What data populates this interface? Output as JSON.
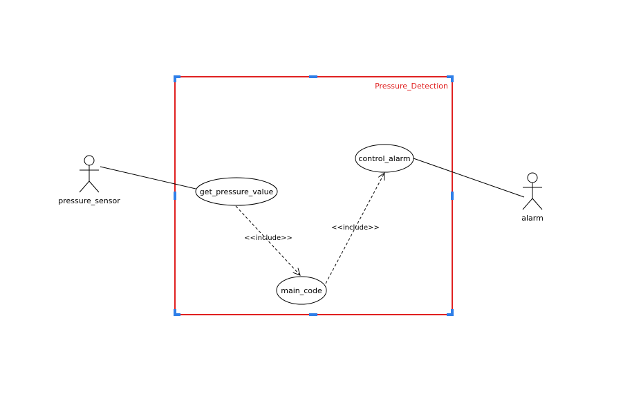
{
  "diagram": {
    "system": {
      "name": "Pressure_Detection",
      "border_color": "#e02020",
      "handle_color": "#2f7fe8"
    },
    "actors": {
      "sensor": {
        "name": "pressure_sensor"
      },
      "alarm": {
        "name": "alarm"
      }
    },
    "use_cases": {
      "get_pressure": {
        "name": "get_pressure_value"
      },
      "main": {
        "name": "main_code"
      },
      "control": {
        "name": "control_alarm"
      }
    },
    "relations": {
      "include_left": {
        "stereotype": "<<include>>"
      },
      "include_right": {
        "stereotype": "<<include>>"
      }
    }
  }
}
